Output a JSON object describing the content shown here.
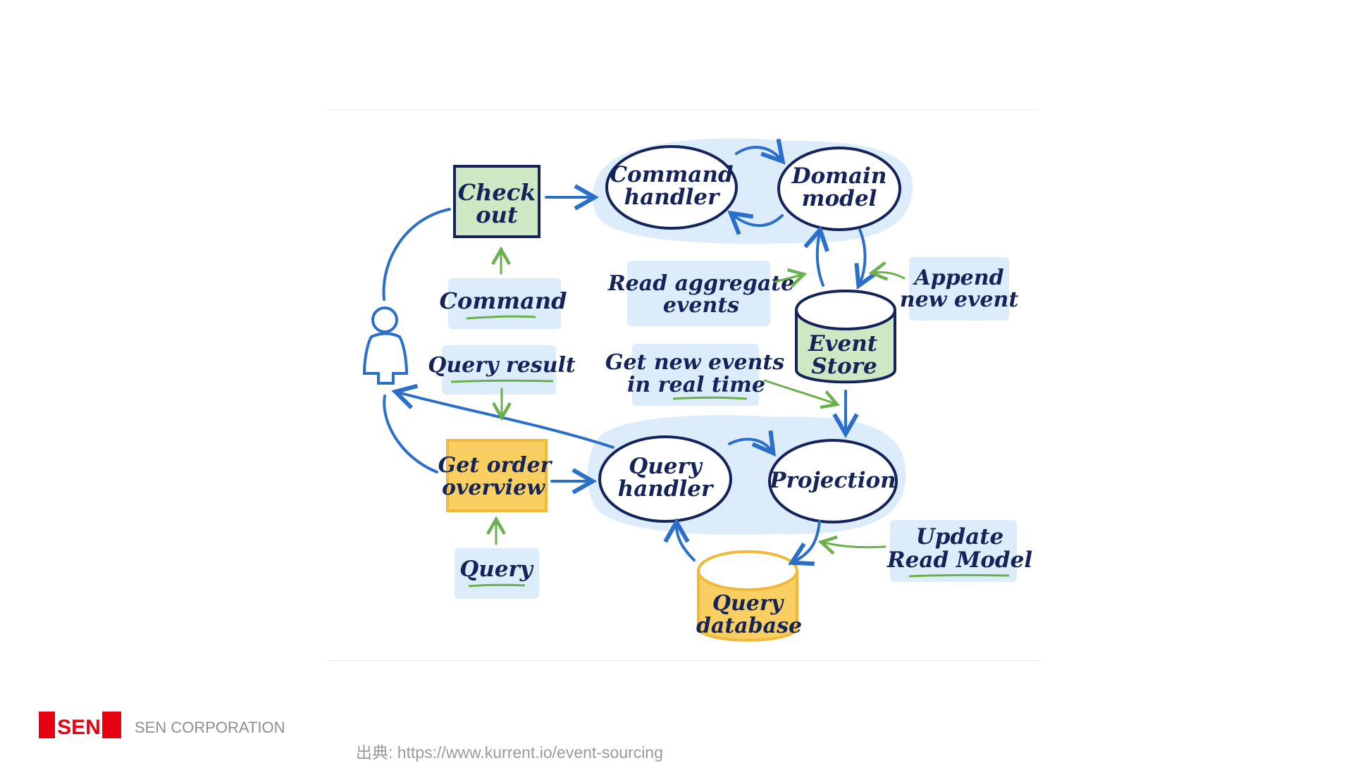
{
  "diagram": {
    "checkout_box": [
      "Check",
      "out"
    ],
    "command_handler": [
      "Command",
      "handler"
    ],
    "domain_model": [
      "Domain",
      "model"
    ],
    "command_label": "Command",
    "read_aggregate_label": [
      "Read aggregate",
      "events"
    ],
    "append_event_label": [
      "Append",
      "new event"
    ],
    "event_store": [
      "Event",
      "Store"
    ],
    "query_result_label": "Query result",
    "get_new_events_label": [
      "Get new events",
      "in real time"
    ],
    "get_order_box": [
      "Get order",
      "overview"
    ],
    "query_handler": [
      "Query",
      "handler"
    ],
    "projection": "Projection",
    "query_label": "Query",
    "update_read_model_label": [
      "Update",
      "Read Model"
    ],
    "query_database": [
      "Query",
      "database"
    ]
  },
  "colors": {
    "pale_blue": "#dcecfb",
    "navy": "#14245a",
    "arrow_blue": "#2a6fc9",
    "arrow_green": "#6ab04c",
    "green_fill": "#cfe8c4",
    "yellow_fill": "#f8cf60",
    "brand_red": "#e60012"
  },
  "footer": {
    "logo_text": "SEN",
    "brand": "SEN CORPORATION",
    "source": "出典: https://www.kurrent.io/event-sourcing"
  }
}
